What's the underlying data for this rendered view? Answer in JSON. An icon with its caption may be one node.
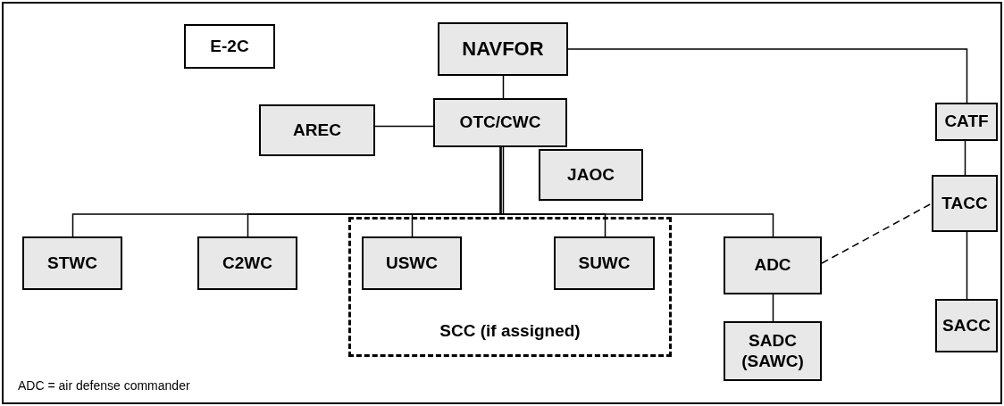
{
  "diagram": {
    "nodes": [
      {
        "text": [
          "E-2C"
        ]
      },
      {
        "text": [
          "NAVFOR"
        ]
      },
      {
        "text": [
          "AREC"
        ]
      },
      {
        "text": [
          "OTC/CWC"
        ]
      },
      {
        "text": [
          "JAOC"
        ]
      },
      {
        "text": [
          "CATF"
        ]
      },
      {
        "text": [
          "TACC"
        ]
      },
      {
        "text": [
          "SCC (if assigned)"
        ]
      },
      {
        "text": [
          "STWC"
        ]
      },
      {
        "text": [
          "C2WC"
        ]
      },
      {
        "text": [
          "USWC"
        ],
        "in": 7
      },
      {
        "text": [
          "SUWC"
        ],
        "in": 7
      },
      {
        "text": [
          "ADC"
        ]
      },
      {
        "text": [
          "SACC"
        ]
      },
      {
        "text": [
          "SADC (SAWC)"
        ]
      }
    ],
    "edges": [
      {
        "from": 1,
        "to": 3,
        "arrow": "none"
      },
      {
        "from": 1,
        "to": 5,
        "arrow": "none"
      },
      {
        "from": 2,
        "to": 3,
        "arrow": "none"
      },
      {
        "from": 3,
        "to": 8,
        "arrow": "none"
      },
      {
        "from": 3,
        "to": 9,
        "arrow": "none"
      },
      {
        "from": 3,
        "to": 10,
        "arrow": "none"
      },
      {
        "from": 3,
        "to": 11,
        "arrow": "none"
      },
      {
        "from": 3,
        "to": 12,
        "arrow": "none"
      },
      {
        "from": 5,
        "to": 6,
        "arrow": "none"
      },
      {
        "from": 6,
        "to": 13,
        "arrow": "none"
      },
      {
        "from": 12,
        "to": 14,
        "arrow": "none"
      },
      {
        "from": 12,
        "to": 6,
        "arrow": "none",
        "style": "dashed"
      }
    ],
    "labels": [
      "ADC = air defense commander"
    ]
  }
}
